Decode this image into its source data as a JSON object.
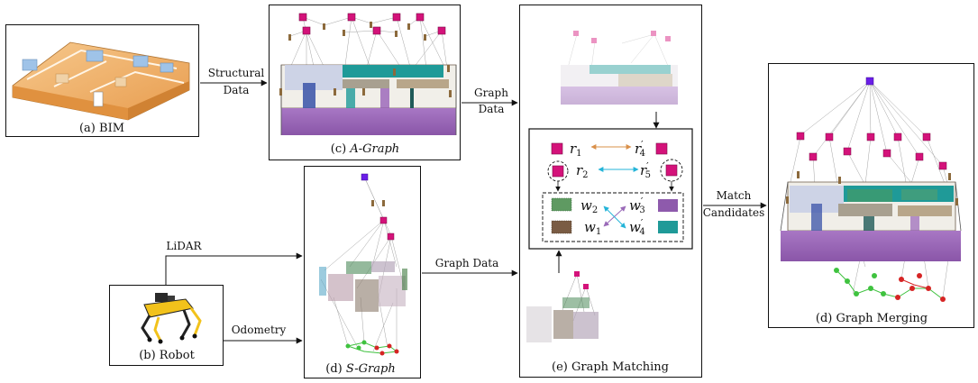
{
  "panels": {
    "bim": "(a) BIM",
    "robot": "(b) Robot",
    "agraph_prefix": "(c) ",
    "agraph_name": "A-Graph",
    "sgraph_prefix": "(d) ",
    "sgraph_name": "S-Graph",
    "matching": "(e) Graph Matching",
    "merging": "(d) Graph Merging"
  },
  "arrows": {
    "structural_1": "Structural",
    "structural_2": "Data",
    "graph_data_1": "Graph",
    "graph_data_2": "Data",
    "lidar": "LiDAR",
    "odometry": "Odometry",
    "graph_data_s": "Graph Data",
    "match_1": "Match",
    "match_2": "Candidates"
  },
  "matching_symbols": {
    "r1": "r",
    "r1_sub": "1",
    "r4p": "r",
    "r4p_sub": "4",
    "r2": "r",
    "r2_sub": "2",
    "r5p": "r",
    "r5p_sub": "5",
    "w2": "w",
    "w2_sub": "2",
    "w1": "w",
    "w1_sub": "1",
    "w3p": "w",
    "w3p_sub": "3",
    "w4p": "w",
    "w4p_sub": "4",
    "prime": "′"
  },
  "colors": {
    "room_node": "#d4127a",
    "top_node": "#6a1ee8",
    "floor": "#9b64b8",
    "wall_teal": "#1f9a98",
    "bim_orange": "#f2b46e",
    "robot_yellow": "#f2c21b",
    "link_orange": "#d9904a",
    "link_cyan": "#24b4d8",
    "link_purple": "#9a6ab8",
    "green_node": "#3fc23f",
    "red_node": "#d62424"
  }
}
